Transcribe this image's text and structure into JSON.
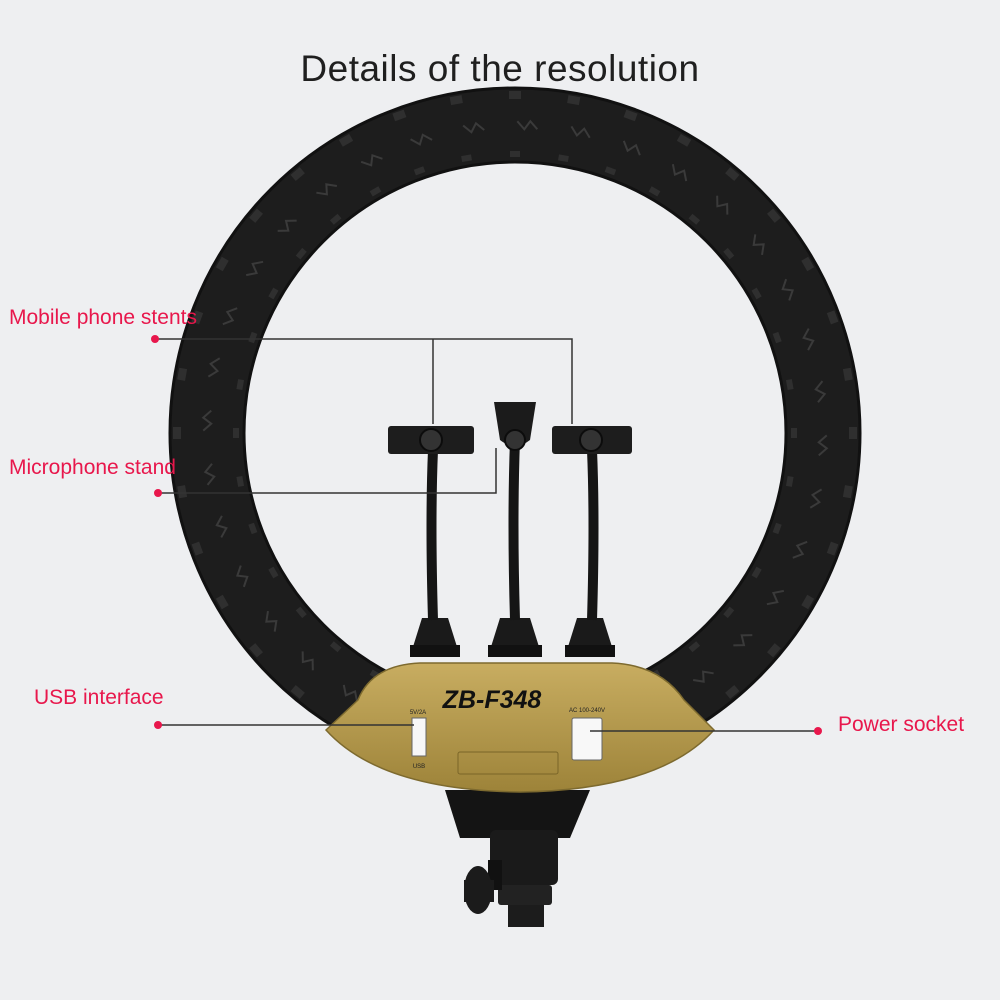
{
  "title": "Details of the resolution",
  "callouts": {
    "phone_stents": "Mobile phone stents",
    "microphone": "Microphone stand",
    "usb": "USB interface",
    "power": "Power socket"
  },
  "product": {
    "model": "ZB-F348",
    "usb_port_top": "5V/2A",
    "usb_port_bottom": "USB",
    "power_spec": "AC 100-240V"
  },
  "colors": {
    "background": "#eeeff1",
    "ring": "#1e1e1e",
    "panel": "#b59a4e",
    "callout": "#e8174c"
  }
}
